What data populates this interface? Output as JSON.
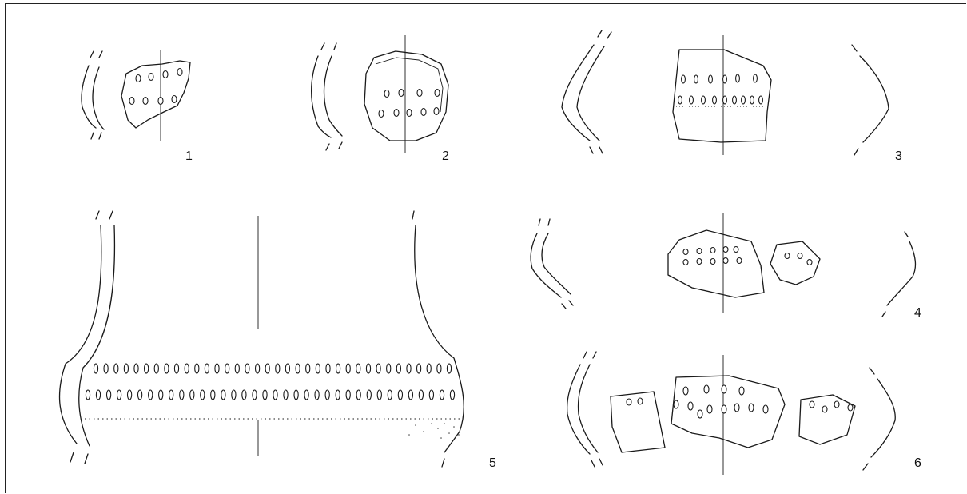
{
  "plate": {
    "figures": [
      {
        "number": "1"
      },
      {
        "number": "2"
      },
      {
        "number": "3"
      },
      {
        "number": "4"
      },
      {
        "number": "5"
      },
      {
        "number": "6"
      }
    ]
  }
}
